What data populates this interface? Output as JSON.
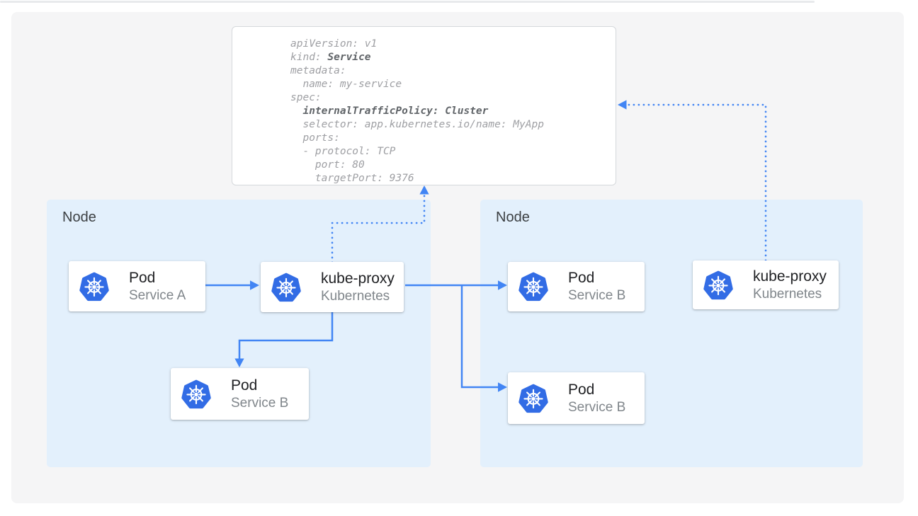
{
  "yaml": {
    "lines": [
      {
        "segments": [
          {
            "text": "apiVersion: v1"
          }
        ]
      },
      {
        "segments": [
          {
            "text": "kind: "
          },
          {
            "text": "Service",
            "bold": true
          }
        ]
      },
      {
        "segments": [
          {
            "text": "metadata:"
          }
        ]
      },
      {
        "segments": [
          {
            "text": "  name: my-service"
          }
        ]
      },
      {
        "segments": [
          {
            "text": "spec:"
          }
        ]
      },
      {
        "segments": [
          {
            "text": "  "
          },
          {
            "text": "internalTrafficPolicy: Cluster",
            "bold": true
          }
        ]
      },
      {
        "segments": [
          {
            "text": "  selector: app.kubernetes.io/name: MyApp"
          }
        ]
      },
      {
        "segments": [
          {
            "text": "  ports:"
          }
        ]
      },
      {
        "segments": [
          {
            "text": "  - protocol: TCP"
          }
        ]
      },
      {
        "segments": [
          {
            "text": "    port: 80"
          }
        ]
      },
      {
        "segments": [
          {
            "text": "    targetPort: 9376"
          }
        ]
      }
    ]
  },
  "nodes": [
    {
      "label": "Node"
    },
    {
      "label": "Node"
    }
  ],
  "cards": [
    {
      "title": "Pod",
      "subtitle": "Service A",
      "icon": "kubernetes-wheel-icon"
    },
    {
      "title": "kube-proxy",
      "subtitle": "Kubernetes",
      "icon": "kubernetes-wheel-icon"
    },
    {
      "title": "Pod",
      "subtitle": "Service B",
      "icon": "kubernetes-wheel-icon"
    },
    {
      "title": "Pod",
      "subtitle": "Service B",
      "icon": "kubernetes-wheel-icon"
    },
    {
      "title": "Pod",
      "subtitle": "Service B",
      "icon": "kubernetes-wheel-icon"
    },
    {
      "title": "kube-proxy",
      "subtitle": "Kubernetes",
      "icon": "kubernetes-wheel-icon"
    }
  ],
  "colors": {
    "arrow_blue": "#4285f4",
    "kubernetes_blue": "#326ce5",
    "node_background": "#e3f0fc",
    "panel_background": "#f5f5f6",
    "card_title": "#202124",
    "card_subtitle": "#80868b",
    "yaml_regular": "#9e9fa3",
    "yaml_bold": "#616569"
  }
}
